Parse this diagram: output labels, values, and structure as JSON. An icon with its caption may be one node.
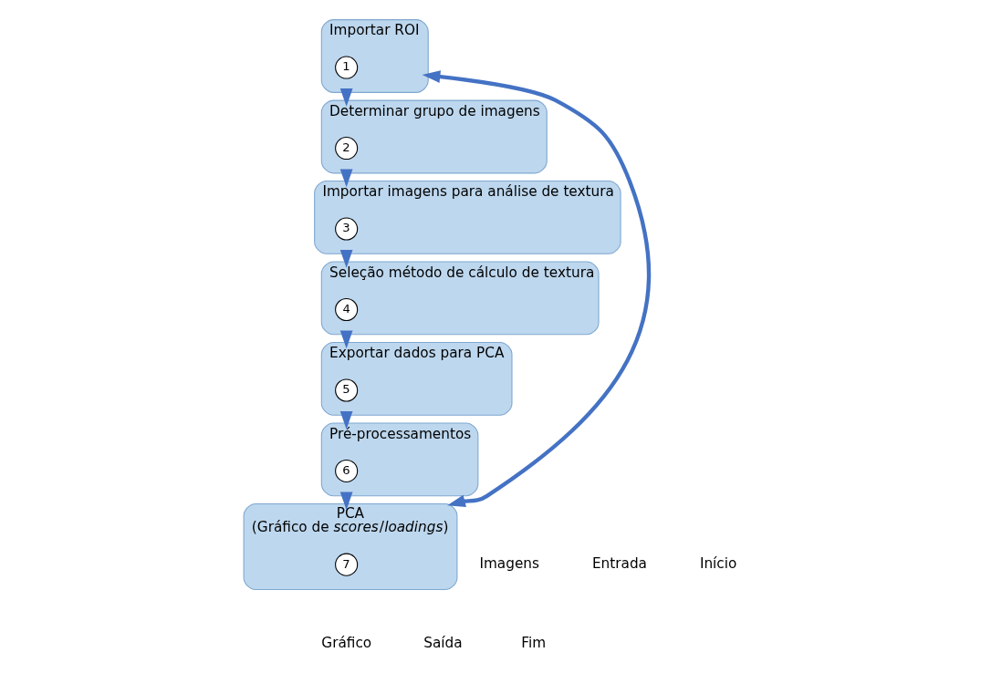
{
  "diagram": {
    "nodes": [
      {
        "text": [
          "Importar ROI"
        ]
      },
      {
        "text": [
          "1"
        ],
        "in": 0
      },
      {
        "text": [
          "Determinar grupo de imagens"
        ]
      },
      {
        "text": [
          "2"
        ],
        "in": 2
      },
      {
        "text": [
          "Importar imagens para análise de textura"
        ]
      },
      {
        "text": [
          "3"
        ],
        "in": 4
      },
      {
        "text": [
          "Seleção método de cálculo de textura"
        ]
      },
      {
        "text": [
          "4"
        ],
        "in": 6
      },
      {
        "text": [
          "Exportar dados para PCA"
        ]
      },
      {
        "text": [
          "5"
        ],
        "in": 8
      },
      {
        "text": [
          "Pré-processamentos"
        ]
      },
      {
        "text": [
          "6"
        ],
        "in": 10
      },
      {
        "text": [
          "PCA",
          "(Gráfico de *scores*/*loadings*)"
        ]
      },
      {
        "text": [
          "7"
        ],
        "in": 12
      }
    ],
    "edges": [
      {
        "from": 0,
        "to": 2,
        "arrow": "to"
      },
      {
        "from": 2,
        "to": 4,
        "arrow": "to"
      },
      {
        "from": 4,
        "to": 6,
        "arrow": "to"
      },
      {
        "from": 6,
        "to": 8,
        "arrow": "to"
      },
      {
        "from": 8,
        "to": 10,
        "arrow": "to"
      },
      {
        "from": 10,
        "to": 12,
        "arrow": "to"
      },
      {
        "from": 0,
        "to": 12,
        "arrow": "both"
      }
    ],
    "labels": [
      "Imagens",
      "Entrada",
      "Início",
      "Gráfico",
      "Saída",
      "Fim"
    ]
  }
}
